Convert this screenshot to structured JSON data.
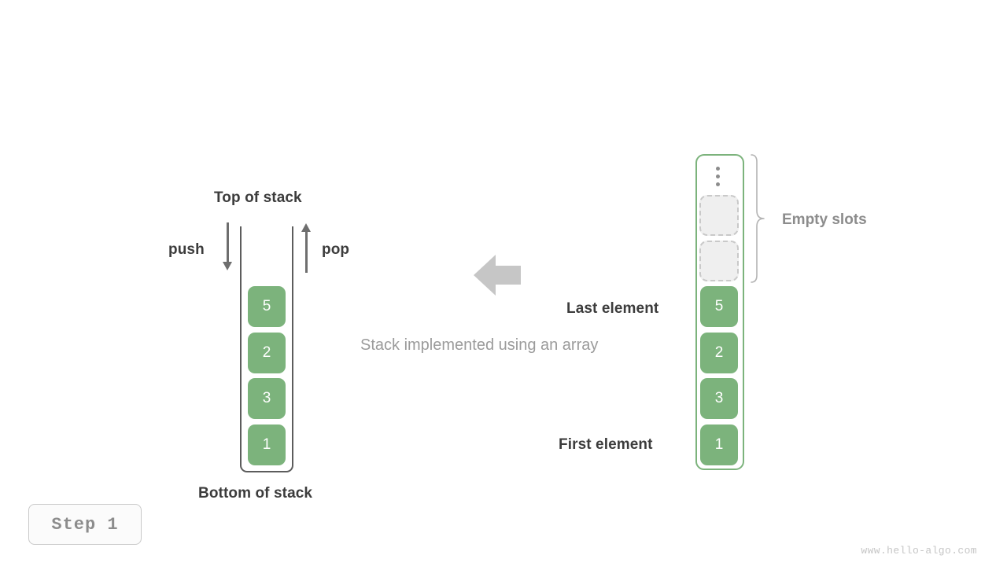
{
  "diagram": {
    "caption": "Stack implemented using an array",
    "step_badge": "Step  1",
    "watermark": "www.hello-algo.com",
    "transform_arrow_icon": "left-arrow-icon",
    "colors": {
      "element_green": "#7cb37c",
      "container_border_gray": "#5c5c5c",
      "array_border_green": "#7cb37c",
      "empty_slot_fill": "#efefef",
      "empty_slot_border": "#c9c9c9",
      "label_dark": "#3c3c3c",
      "label_gray": "#8c8c8c",
      "caption_gray": "#9b9b9b",
      "arrow_gray": "#6e6e6e",
      "transform_arrow_gray": "#c6c6c6"
    }
  },
  "stack_view": {
    "top_label": "Top of stack",
    "bottom_label": "Bottom of stack",
    "push_label": "push",
    "pop_label": "pop",
    "push_icon": "arrow-down-icon",
    "pop_icon": "arrow-up-icon",
    "elements": [
      {
        "value": "5"
      },
      {
        "value": "2"
      },
      {
        "value": "3"
      },
      {
        "value": "1"
      }
    ]
  },
  "array_view": {
    "empty_slots_label": "Empty slots",
    "last_element_label": "Last element",
    "first_element_label": "First element",
    "overflow_icon": "vertical-dots-icon",
    "brace_icon": "curly-brace-icon",
    "empty_slots_count": 2,
    "slots": [
      {
        "type": "ellipsis",
        "value": ""
      },
      {
        "type": "empty",
        "value": ""
      },
      {
        "type": "empty",
        "value": ""
      },
      {
        "type": "filled",
        "value": "5"
      },
      {
        "type": "filled",
        "value": "2"
      },
      {
        "type": "filled",
        "value": "3"
      },
      {
        "type": "filled",
        "value": "1"
      }
    ]
  }
}
